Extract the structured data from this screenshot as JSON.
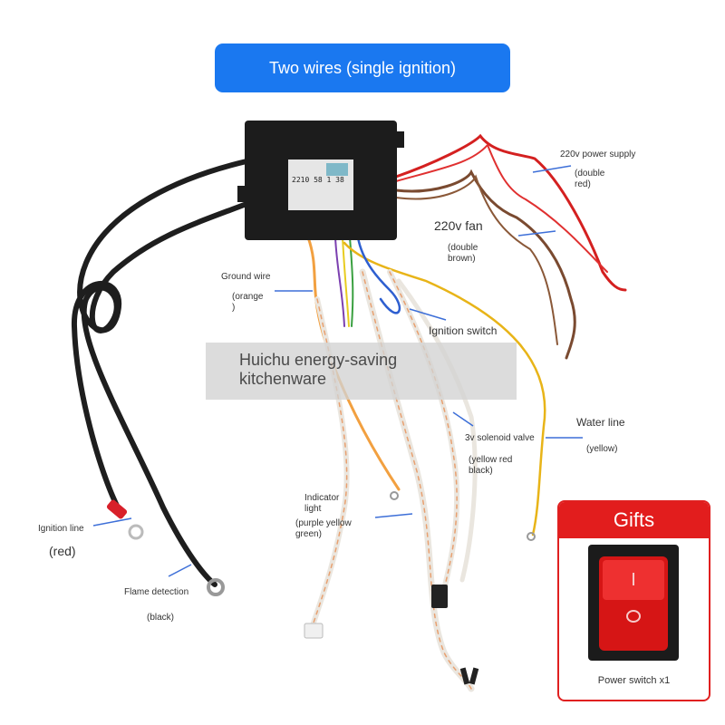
{
  "banner": {
    "title": "Two wires (single ignition)",
    "color": "#1a78f0"
  },
  "device": {
    "label_code": "2210 58 1 38"
  },
  "labels": {
    "power_supply": {
      "name": "220v power supply",
      "detail1": "(double",
      "detail2": "red)"
    },
    "fan": {
      "name": "220v fan",
      "detail1": "(double",
      "detail2": "brown)"
    },
    "ground": {
      "name": "Ground wire",
      "detail1": "(orange",
      "detail2": ")"
    },
    "ignition_switch": {
      "name": "Ignition switch"
    },
    "water_line": {
      "name": "Water line",
      "detail": "(yellow)"
    },
    "solenoid": {
      "name": "3v solenoid valve",
      "detail1": "(yellow red",
      "detail2": "black)"
    },
    "indicator": {
      "name1": "Indicator",
      "name2": "light",
      "detail1": "(purple yellow",
      "detail2": "green)"
    },
    "ignition_line": {
      "name": "Ignition line",
      "detail": "(red)"
    },
    "flame": {
      "name": "Flame detection",
      "detail": "(black)"
    }
  },
  "watermark": {
    "line1": "Huichu energy-saving",
    "line2": "kitchenware"
  },
  "gifts": {
    "title": "Gifts",
    "item": "Power switch x1",
    "accent": "#e21d1d"
  }
}
